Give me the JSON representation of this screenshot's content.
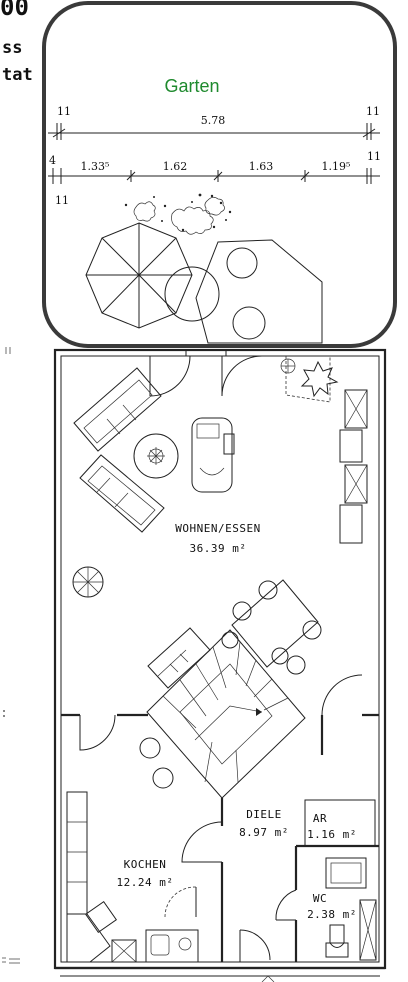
{
  "edge_text": {
    "top": "00",
    "line1": "ss",
    "line2": "tat"
  },
  "garden": {
    "label": "Garten",
    "overall_dimension": "5.78",
    "segment_dimensions": [
      "1.33⁵",
      "1.62",
      "1.63",
      "1.19⁵"
    ],
    "tick_marks": [
      "11",
      "11",
      "4",
      "11",
      "11"
    ]
  },
  "rooms": [
    {
      "id": "wohnen",
      "name": "WOHNEN/ESSEN",
      "area": "36.39 m²"
    },
    {
      "id": "diele",
      "name": "DIELE",
      "area": "8.97 m²"
    },
    {
      "id": "ar",
      "name": "AR",
      "area": "1.16 m²"
    },
    {
      "id": "kochen",
      "name": "KOCHEN",
      "area": "12.24 m²"
    },
    {
      "id": "wc",
      "name": "WC",
      "area": "2.38 m²"
    }
  ],
  "colors": {
    "highlight_frame": "#3a3a3a",
    "garden_label": "#1f8a2e",
    "lines": "#222222"
  }
}
